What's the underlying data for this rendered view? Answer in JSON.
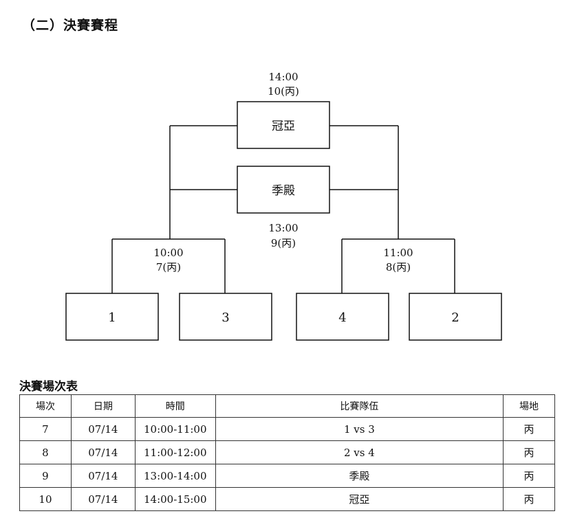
{
  "section_title": "（二）決賽賽程",
  "bracket": {
    "final_time": "14:00",
    "final_game": "10(丙)",
    "final_label": "冠亞",
    "third_label": "季殿",
    "third_time": "13:00",
    "third_game": "9(丙)",
    "semi_left_time": "10:00",
    "semi_left_game": "7(丙)",
    "semi_right_time": "11:00",
    "semi_right_game": "8(丙)",
    "teams": [
      "1",
      "3",
      "4",
      "2"
    ]
  },
  "table": {
    "title": "決賽場次表",
    "headers": [
      "場次",
      "日期",
      "時間",
      "比賽隊伍",
      "場地"
    ],
    "rows": [
      [
        "7",
        "07/14",
        "10:00-11:00",
        "1 vs 3",
        "丙"
      ],
      [
        "8",
        "07/14",
        "11:00-12:00",
        "2 vs 4",
        "丙"
      ],
      [
        "9",
        "07/14",
        "13:00-14:00",
        "季殿",
        "丙"
      ],
      [
        "10",
        "07/14",
        "14:00-15:00",
        "冠亞",
        "丙"
      ]
    ]
  }
}
